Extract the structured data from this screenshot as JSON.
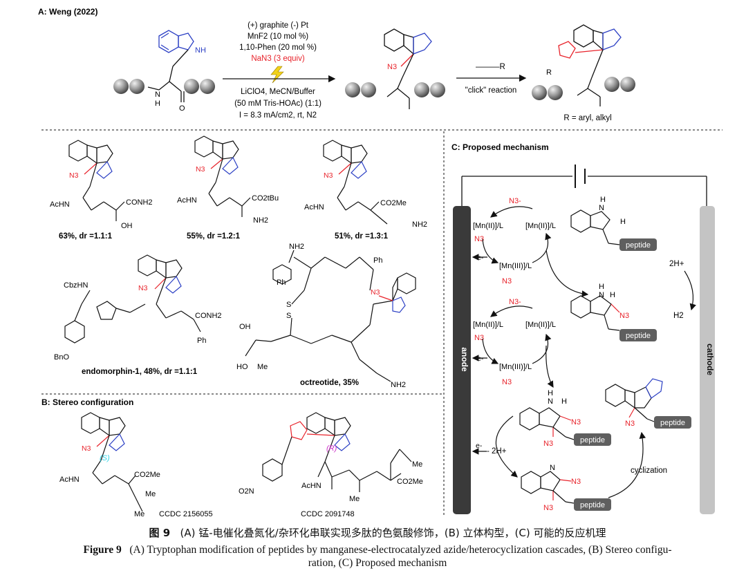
{
  "panel_a": {
    "title": "A: Weng (2022)",
    "conditions": [
      "(+) graphite (-) Pt",
      "MnF2 (10 mol %)",
      "1,10-Phen (20 mol %)",
      "NaN3 (3 equiv)",
      "LiClO4, MeCN/Buffer",
      "(50 mM Tris-HOAc) (1:1)",
      "I = 8.3 mA/cm2, rt, N2"
    ],
    "click_reagent": "———R",
    "click_label": "\"click\" reaction",
    "r_group": "R = aryl, alkyl",
    "labels": {
      "nh": "NH",
      "h": "H",
      "n": "N",
      "o": "O",
      "n3": "N3",
      "r": "R"
    }
  },
  "products": [
    {
      "label": "63%, dr =1.1:1",
      "acyl": "AcHN",
      "sub": [
        "CONH2",
        "OH"
      ]
    },
    {
      "label": "55%, dr =1.2:1",
      "acyl": "AcHN",
      "sub": [
        "CO2tBu",
        "NH2"
      ]
    },
    {
      "label": "51%, dr =1.3:1",
      "acyl": "AcHN",
      "sub": [
        "CO2Me",
        "NH2"
      ]
    },
    {
      "label": "endomorphin-1, 48%, dr =1.1:1",
      "acyl": "CbzHN",
      "sub": [
        "CONH2",
        "Ph",
        "BnO"
      ]
    },
    {
      "label": "octreotide, 35%",
      "acyl": "NH2",
      "sub": [
        "Ph",
        "Ph",
        "S",
        "S",
        "OH",
        "HO",
        "Me",
        "NH2"
      ]
    }
  ],
  "panel_b": {
    "title": "B: Stereo configuration",
    "stereo_s": "(S)",
    "stereo_r": "(R)",
    "ccdc_1": "CCDC 2156055",
    "ccdc_2": "CCDC 2091748",
    "subs": [
      "AcHN",
      "CO2Me",
      "Me",
      "Me",
      "O2N",
      "AcHN",
      "CO2Me",
      "Me",
      "Me"
    ]
  },
  "panel_c": {
    "title": "C: Proposed mechanism",
    "anode": "anode",
    "cathode": "cathode",
    "n3_minus": "N3-",
    "mn2": "[Mn(II)]/L",
    "mn3": "[Mn(III)]/L",
    "e_minus": "e-",
    "peptide": "peptide",
    "two_h_plus": "2H+",
    "h2": "H2",
    "minus_2h": "- 2H+",
    "cyclization": "cyclization"
  },
  "colors": {
    "red": "#e8222a",
    "blue": "#2b3fc4",
    "cyan": "#2fd3e6",
    "magenta": "#cc2bc8",
    "anode": "#3a3a3a",
    "cathode": "#c4c4c4",
    "tag": "#5f5f5f",
    "ball": "#9a9a9a"
  },
  "caption": {
    "cn_label": "图 9",
    "cn_text": "(A) 锰-电催化叠氮化/杂环化串联实现多肽的色氨酸修饰，(B) 立体构型，(C) 可能的反应机理",
    "en_label": "Figure 9",
    "en_text": "(A) Tryptophan modification of peptides by manganese-electrocatalyzed azide/heterocyclization cascades, (B) Stereo configu-",
    "en_text2": "ration, (C) Proposed mechanism"
  }
}
